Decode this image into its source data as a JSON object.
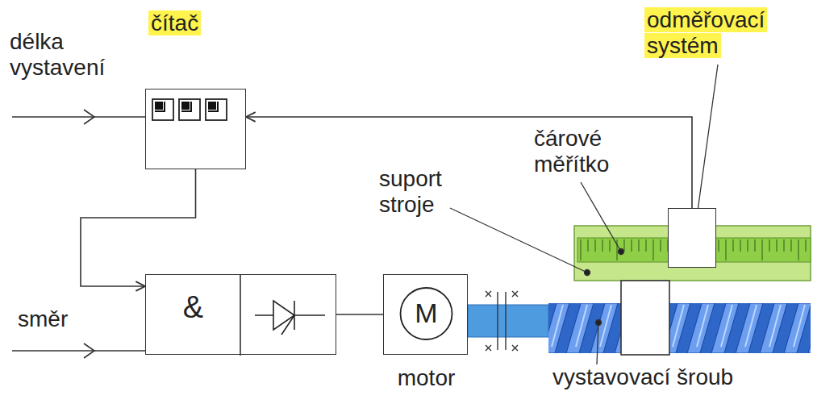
{
  "diagram": {
    "nodes": [
      {
        "text": [
          "čítač"
        ]
      },
      {
        "text": [
          "odměřovací systém"
        ]
      },
      {
        "text": [
          "&"
        ]
      },
      {
        "text": [
          "M",
          "motor"
        ]
      }
    ],
    "edges": [
      {
        "from": 1,
        "to": 0,
        "arrow": "to"
      },
      {
        "from": 0,
        "to": 2,
        "arrow": "to"
      },
      {
        "from": 2,
        "to": 3,
        "arrow": "none"
      }
    ],
    "labels": [
      "délka vystavení",
      "směr",
      "suport stroje",
      "čárové měřítko",
      "vystavovací šroub"
    ]
  }
}
